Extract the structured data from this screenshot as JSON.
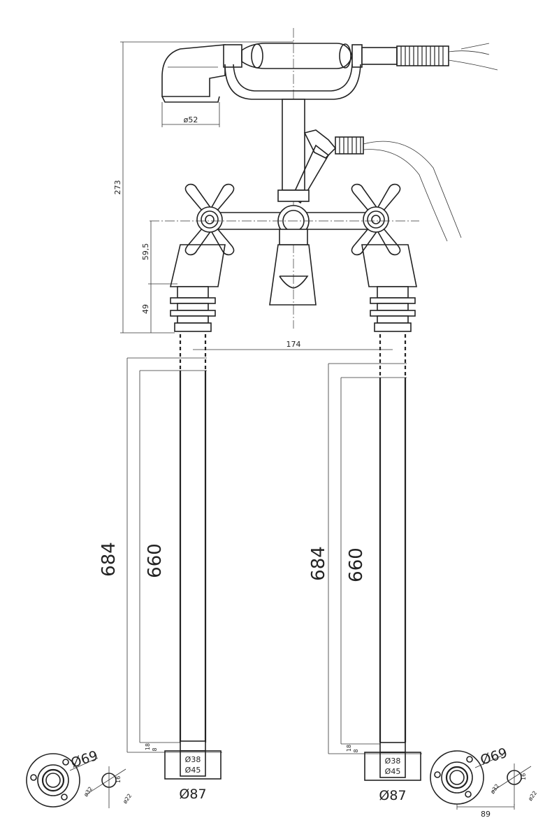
{
  "drawing": {
    "dims": {
      "head_diameter": "ø52",
      "overall_height": "273",
      "valve_height": "59,5",
      "tail_height": "49",
      "centres": "174"
    },
    "legs": [
      {
        "outer_length": "684",
        "inner_length": "660",
        "offset_a": "18",
        "offset_b": "8",
        "inner_diameter": "Ø38",
        "outer_diameter": "Ø45",
        "base_diameter": "Ø87"
      },
      {
        "outer_length": "684",
        "inner_length": "660",
        "offset_a": "18",
        "offset_b": "8",
        "inner_diameter": "Ø38",
        "outer_diameter": "Ø45",
        "base_diameter": "Ø87"
      }
    ],
    "flanges": [
      {
        "flange_diameter": "Ø69",
        "bore_a": "ø32",
        "bore_b": "16",
        "bore_c": "ø22",
        "width": ""
      },
      {
        "flange_diameter": "Ø69",
        "bore_a": "ø32",
        "bore_b": "16",
        "bore_c": "ø22",
        "width": "89"
      }
    ]
  }
}
